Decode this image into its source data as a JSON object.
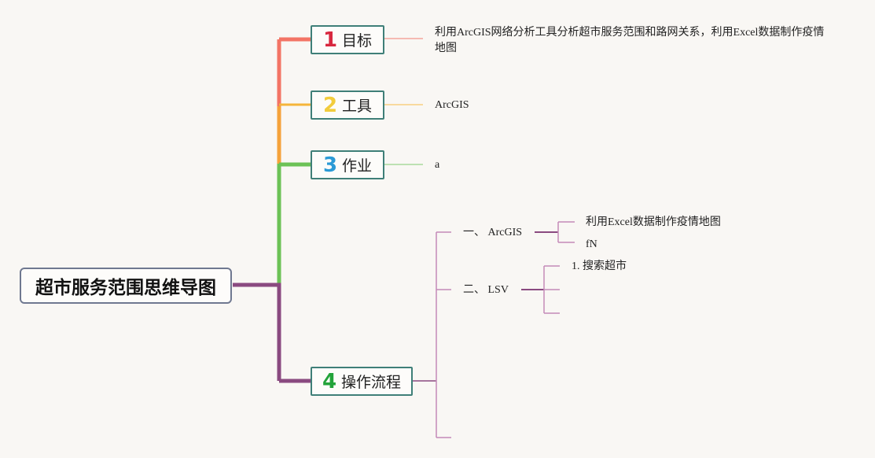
{
  "root": {
    "title": "超市服务范围思维导图"
  },
  "branches": [
    {
      "num": "1",
      "label": "目标",
      "num_color": "#d8283f",
      "line_color": "#f37465",
      "desc": "利用ArcGIS网络分析工具分析超市服务范围和路网关系，利用Excel数据制作疫情地图"
    },
    {
      "num": "2",
      "label": "工具",
      "num_color": "#f2cc3c",
      "line_color": "#f5b53a",
      "desc": "ArcGIS"
    },
    {
      "num": "3",
      "label": "作业",
      "num_color": "#2b9ad6",
      "line_color": "#6cc256",
      "desc": "a"
    },
    {
      "num": "4",
      "label": "操作流程",
      "num_color": "#23a33a",
      "line_color": "#8a4a80",
      "children": [
        {
          "label": "一、 ArcGIS",
          "children": [
            {
              "label": "利用Excel数据制作疫情地图"
            },
            {
              "label": "fN"
            }
          ]
        },
        {
          "label": "二、 LSV",
          "children": [
            {
              "label": "1. 搜索超市"
            },
            {
              "label": ""
            },
            {
              "label": ""
            }
          ]
        },
        {
          "label": ""
        }
      ]
    }
  ]
}
